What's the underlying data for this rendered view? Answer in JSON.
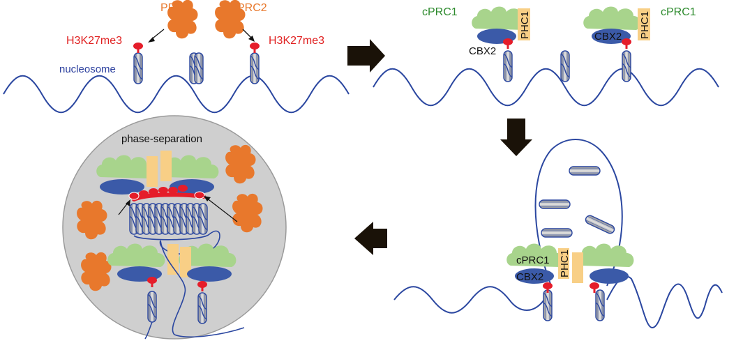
{
  "labels": {
    "prc2_left": "PRC2",
    "prc2_right": "PRC2",
    "h3k27me3_left": "H3K27me3",
    "h3k27me3_right": "H3K27me3",
    "nucleosome": "nucleosome",
    "cprc1_left": "cPRC1",
    "cprc1_right": "cPRC1",
    "phc1_a": "PHC1",
    "phc1_b": "PHC1",
    "cbx2_a": "CBX2",
    "cbx2_b": "CBX2",
    "cprc1_loop": "cPRC1",
    "phc1_loop": "PHC1",
    "cbx2_loop": "CBX2",
    "phase_separation": "phase-separation"
  },
  "colors": {
    "prc2": "#e8782c",
    "h3k27me3": "#e02020",
    "nucleosome_label": "#2b3f9e",
    "dna": "#2b47a0",
    "cprc1_label": "#2e8b2e",
    "cprc1_body": "#a8d48c",
    "cbx2_body": "#3b5aa8",
    "phc1_body": "#f8cf86",
    "mark": "#e51d2a",
    "arrow": "#1a1208",
    "condensate": "#cfcfcf"
  },
  "icons": [
    "arrow-right-icon",
    "arrow-down-icon",
    "arrow-left-icon"
  ]
}
